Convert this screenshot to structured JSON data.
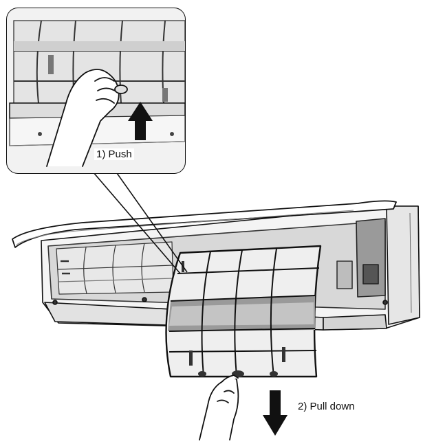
{
  "figure": {
    "steps": [
      {
        "number": 1,
        "label": "1) Push"
      },
      {
        "number": 2,
        "label": "2) Pull down"
      }
    ],
    "icons": [
      "hand-push-icon",
      "hand-pull-icon",
      "arrow-up-icon",
      "arrow-down-icon"
    ],
    "colors": {
      "ink": "#111111",
      "panel_shade": "#cfcfcf",
      "dark_shade": "#6e6e6e",
      "background": "#ffffff"
    }
  }
}
